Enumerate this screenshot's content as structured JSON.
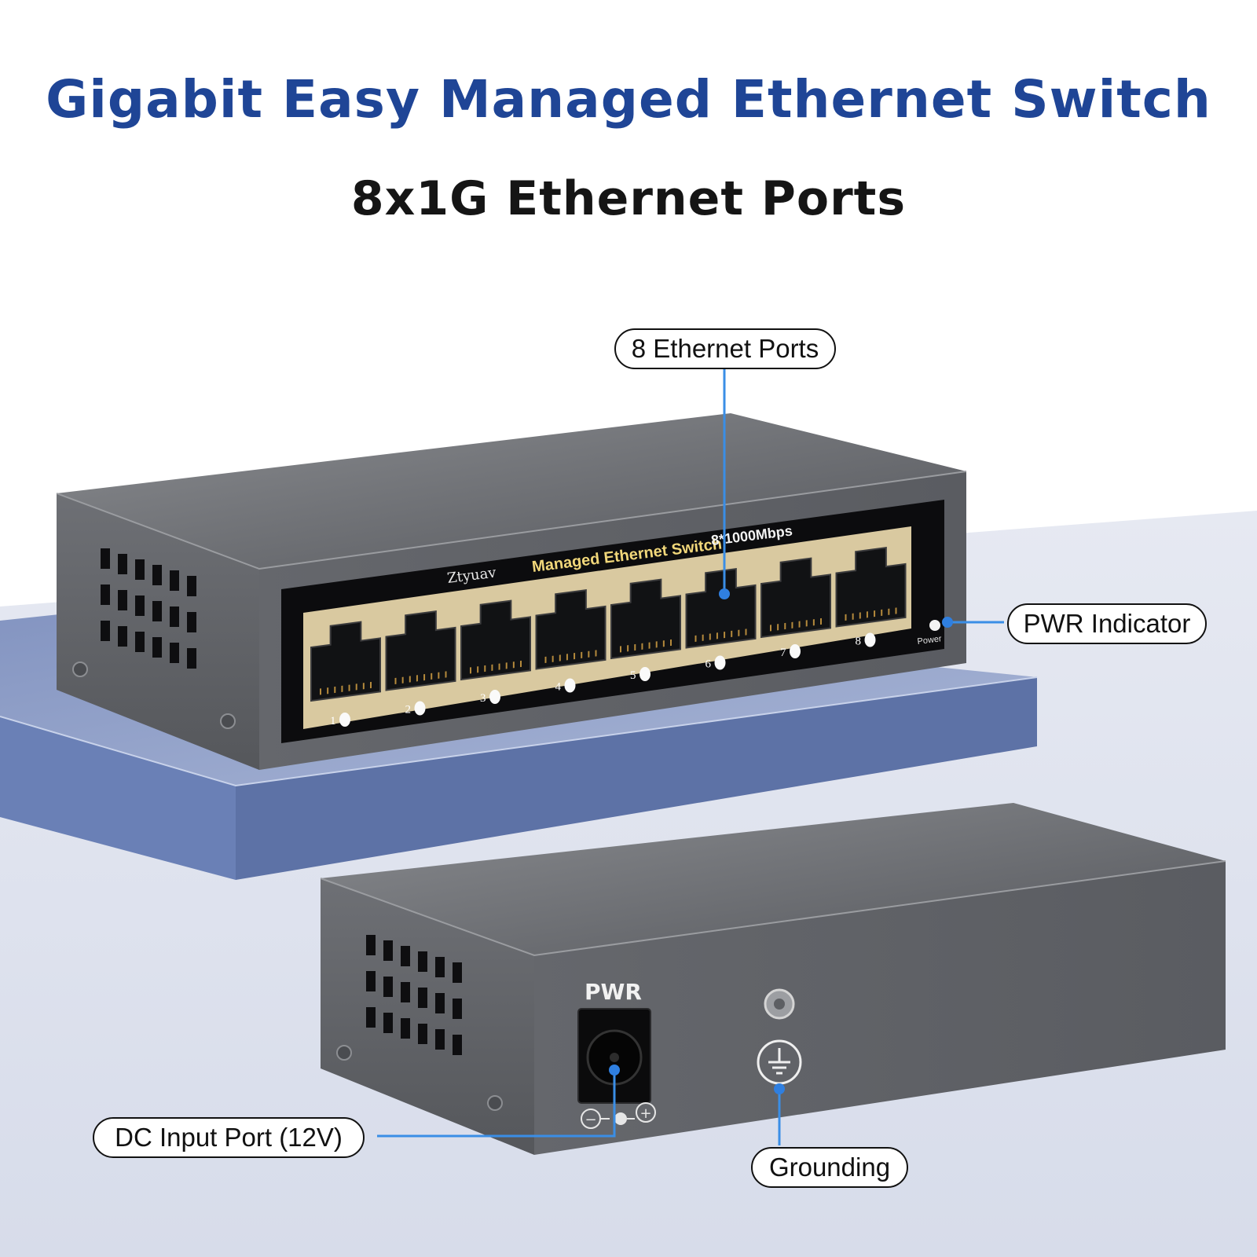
{
  "title": "Gigabit Easy Managed Ethernet Switch",
  "subtitle": "8x1G Ethernet Ports",
  "device_front": {
    "brand": "Ztyuav",
    "model_label": "Managed Ethernet Switch",
    "speed_label": "8*1000Mbps",
    "port_numbers": [
      "1",
      "2",
      "3",
      "4",
      "5",
      "6",
      "7",
      "8"
    ],
    "power_led_label": "Power"
  },
  "device_rear": {
    "power_label": "PWR",
    "polarity_minus": "−",
    "polarity_plus": "+"
  },
  "callouts": {
    "ethernet_ports": "8 Ethernet Ports",
    "pwr_indicator": "PWR Indicator",
    "dc_input": "DC Input Port (12V)",
    "grounding": "Grounding"
  },
  "colors": {
    "title_blue": "#1f4596",
    "subtitle_black": "#151515",
    "leader_line_blue": "#3a8ee6",
    "platform_blue": "#5e75a8",
    "device_gray": "#6b6d72",
    "label_gold": "#f1d77a"
  }
}
